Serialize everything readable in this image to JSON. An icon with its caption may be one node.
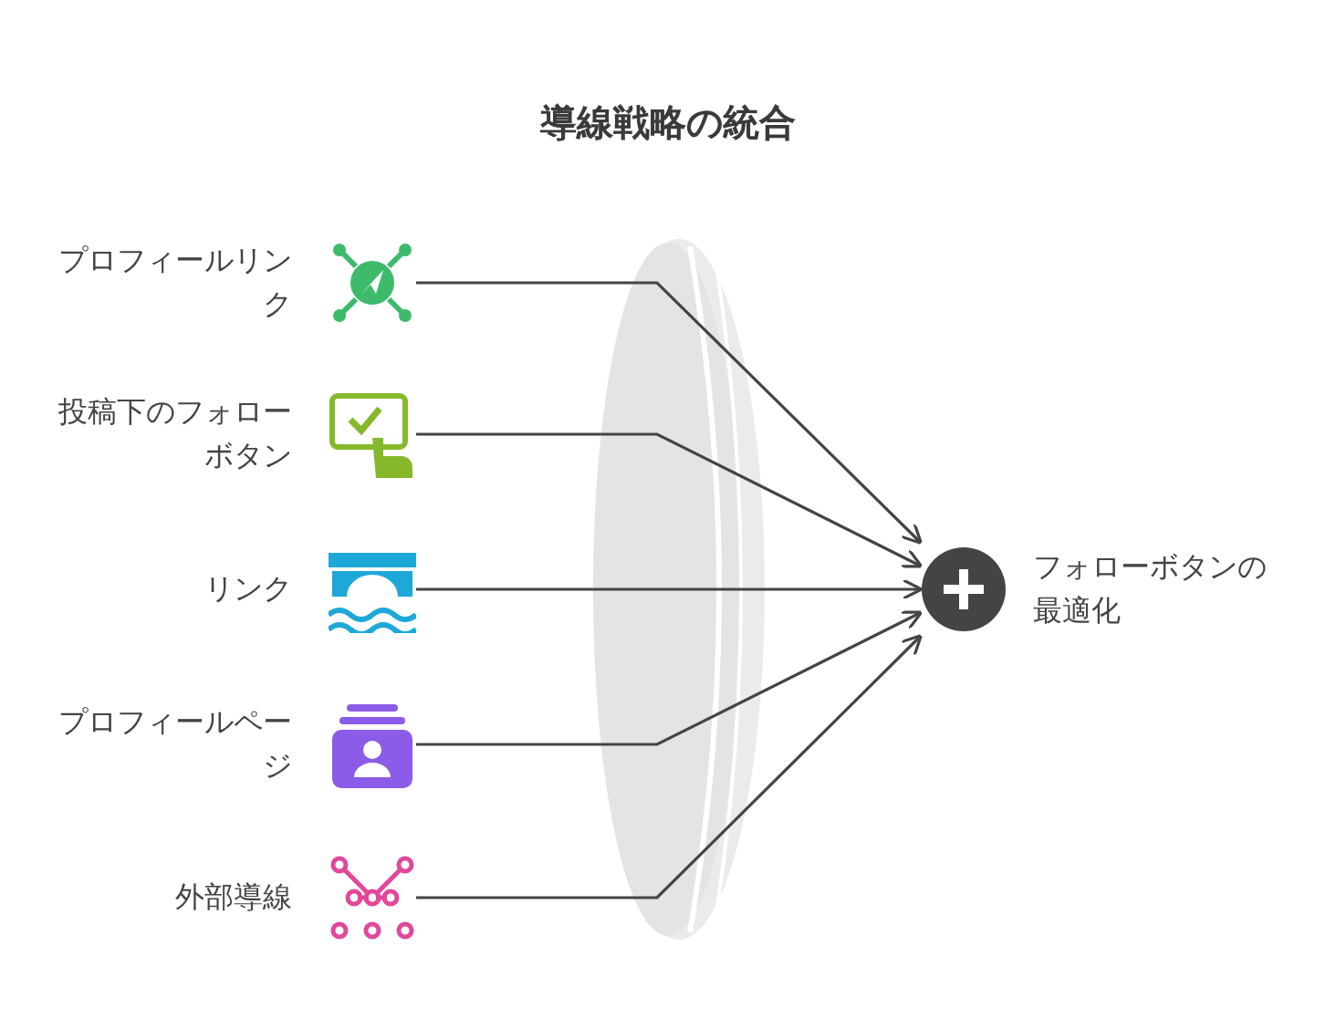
{
  "diagram": {
    "title": "導線戦略の統合",
    "nodes": [
      {
        "text": [
          "プロフィールリンク"
        ]
      },
      {
        "text": [
          "投稿下のフォローボタン"
        ]
      },
      {
        "text": [
          "リンク"
        ]
      },
      {
        "text": [
          "プロフィールページ"
        ]
      },
      {
        "text": [
          "外部導線"
        ]
      },
      {
        "text": [
          "フォローボタンの最適化"
        ]
      }
    ],
    "edges": [
      {
        "from": 0,
        "to": 5,
        "arrow": "to"
      },
      {
        "from": 1,
        "to": 5,
        "arrow": "to"
      },
      {
        "from": 2,
        "to": 5,
        "arrow": "to"
      },
      {
        "from": 3,
        "to": 5,
        "arrow": "to"
      },
      {
        "from": 4,
        "to": 5,
        "arrow": "to"
      }
    ]
  }
}
